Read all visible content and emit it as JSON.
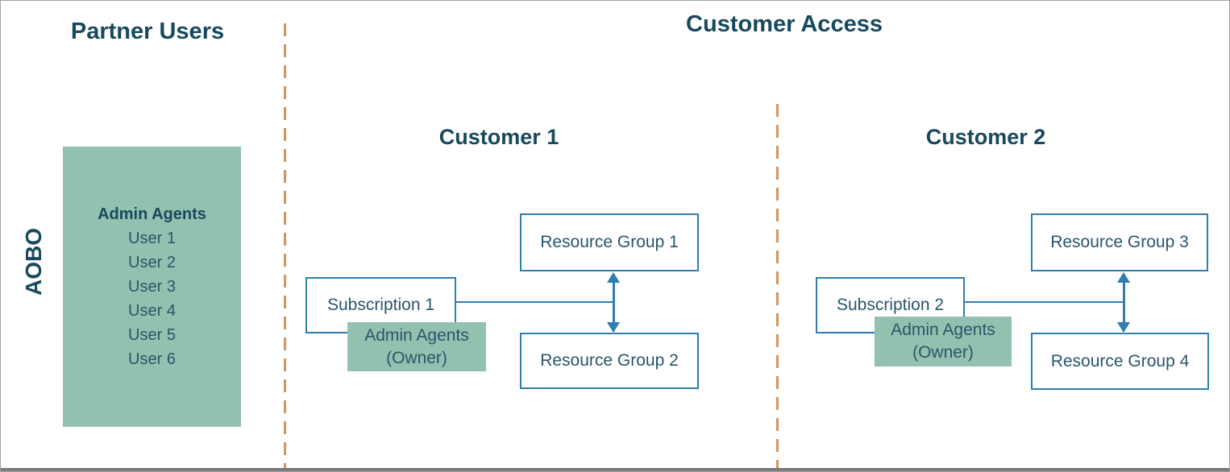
{
  "partner_section": {
    "title": "Partner Users",
    "aobo_label": "AOBO",
    "admin_group": {
      "title": "Admin Agents",
      "users": [
        "User 1",
        "User 2",
        "User 3",
        "User 4",
        "User 5",
        "User 6"
      ]
    }
  },
  "customer_section": {
    "title": "Customer Access",
    "customers": [
      {
        "title": "Customer 1",
        "subscription_label": "Subscription 1",
        "owner_badge": {
          "line1": "Admin Agents",
          "line2": "(Owner)"
        },
        "resource_groups": [
          {
            "label": "Resource Group 1"
          },
          {
            "label": "Resource Group 2"
          }
        ]
      },
      {
        "title": "Customer 2",
        "subscription_label": "Subscription 2",
        "owner_badge": {
          "line1": "Admin Agents",
          "line2": "(Owner)"
        },
        "resource_groups": [
          {
            "label": "Resource Group 3"
          },
          {
            "label": "Resource Group 4"
          }
        ]
      }
    ]
  },
  "colors": {
    "heading_text": "#17495d",
    "label_text": "#27566b",
    "box_border": "#2e7fb0",
    "green_fill": "#93c1af",
    "dashed_divider": "#d2955c"
  }
}
